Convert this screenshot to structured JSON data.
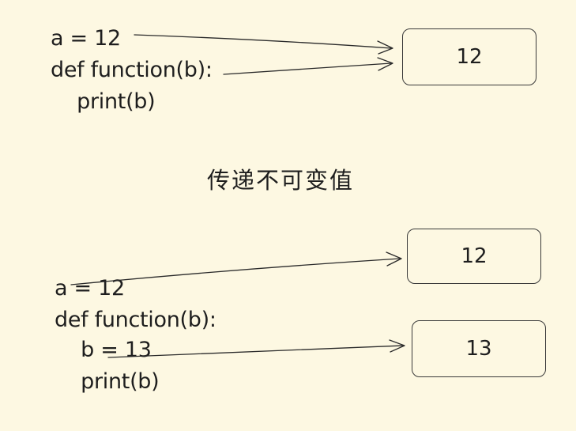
{
  "top": {
    "code_lines": [
      "a = 12",
      "def function(b):",
      "    print(b)"
    ],
    "value_box": "12"
  },
  "caption": "传递不可变值",
  "bottom": {
    "code_lines": [
      "a = 12",
      "def function(b):",
      "    b = 13",
      "    print(b)"
    ],
    "value_box_a": "12",
    "value_box_b": "13"
  }
}
